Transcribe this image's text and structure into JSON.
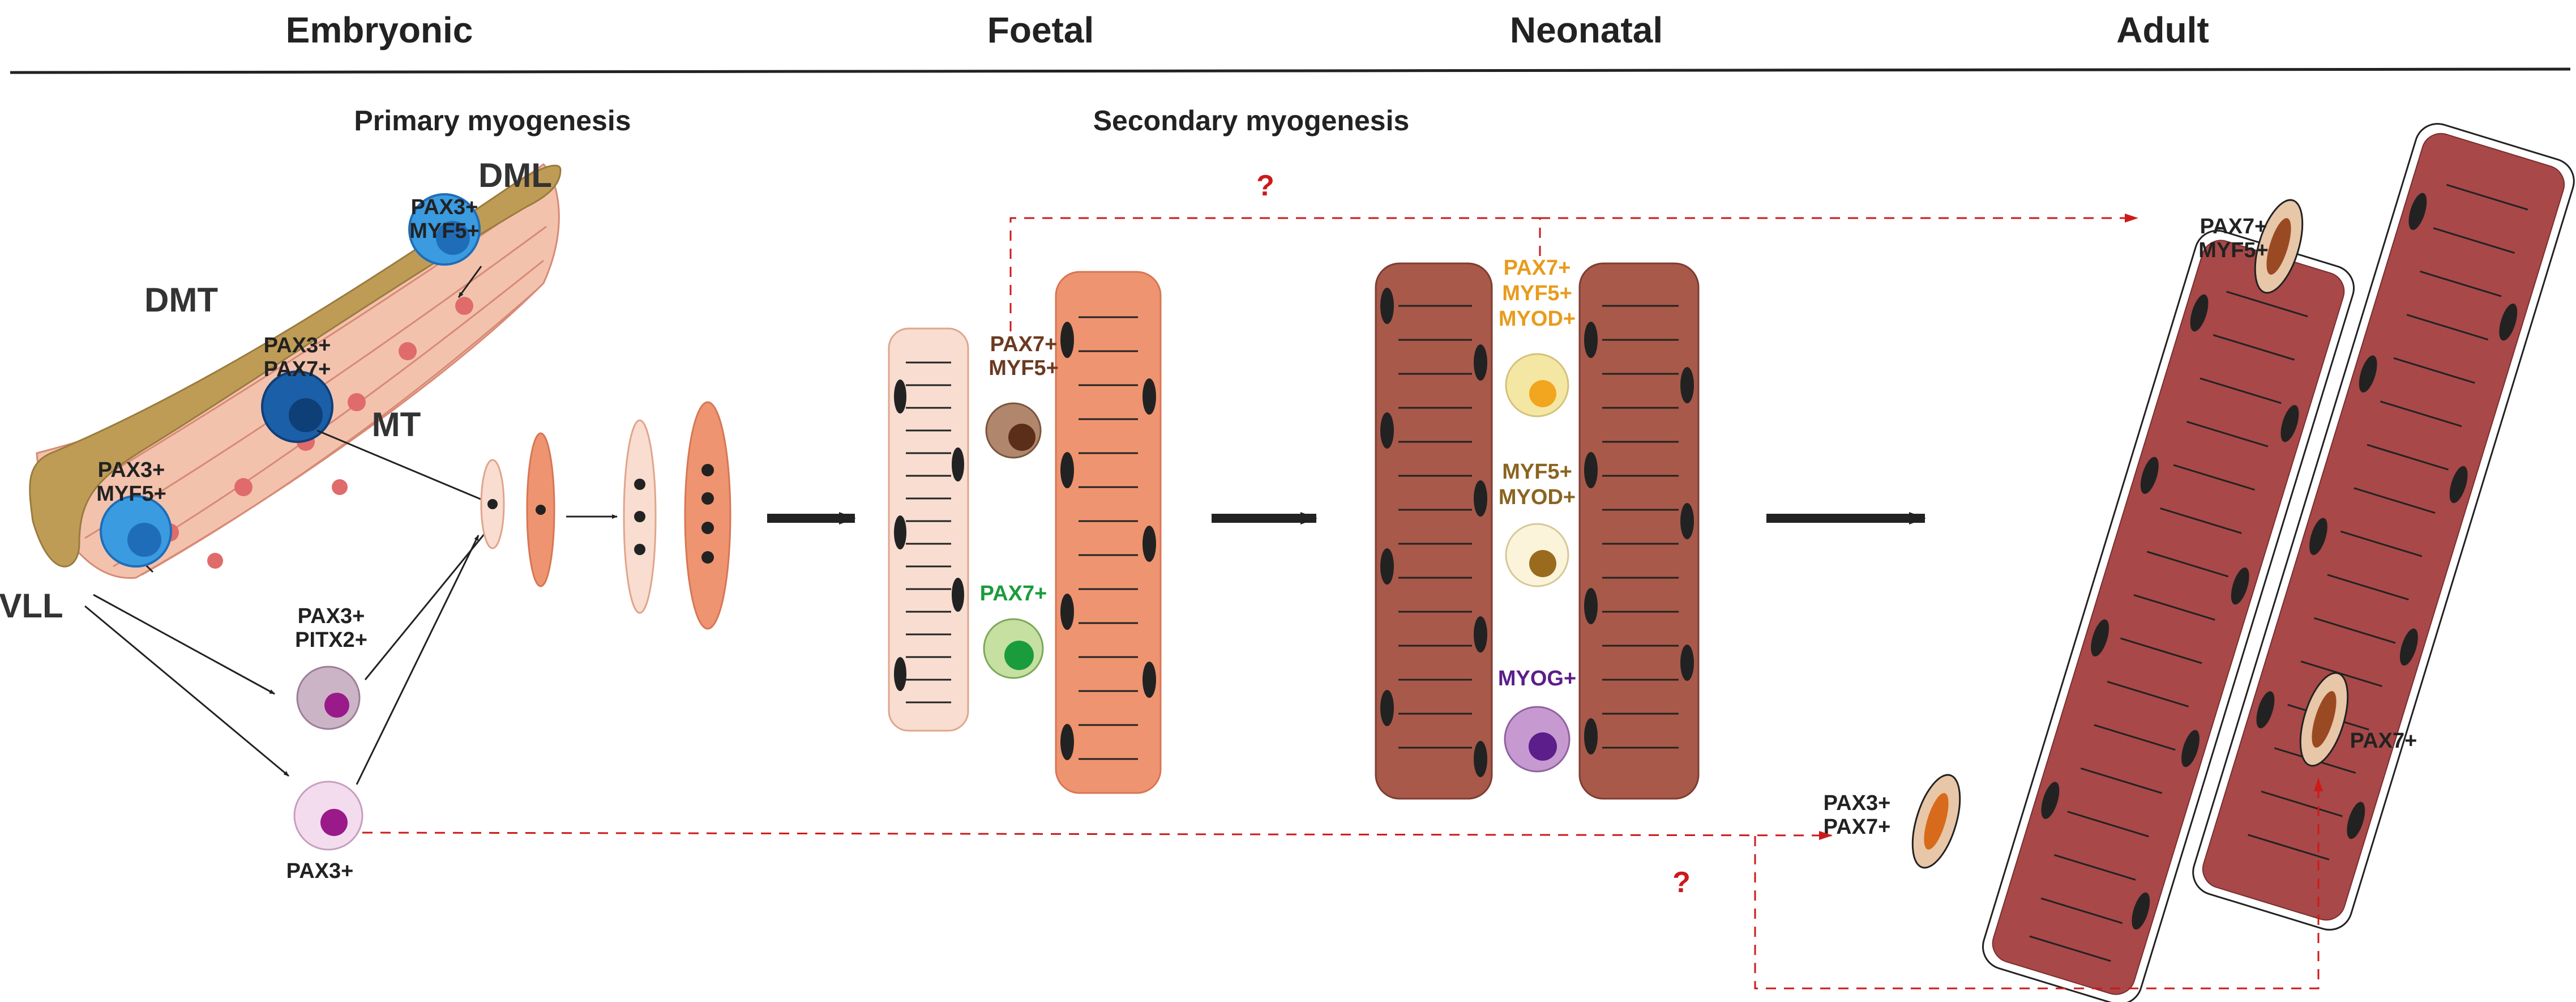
{
  "stages": {
    "embryonic": "Embryonic",
    "foetal": "Foetal",
    "neonatal": "Neonatal",
    "adult": "Adult"
  },
  "phases": {
    "primary": "Primary myogenesis",
    "secondary": "Secondary myogenesis"
  },
  "somite_regions": {
    "dml": "DML",
    "dmt": "DMT",
    "mt": "MT",
    "vll": "VLL"
  },
  "embryonic_cells": {
    "dml_cell": [
      "PAX3+",
      "MYF5+"
    ],
    "mt_cell": [
      "PAX3+",
      "PAX7+"
    ],
    "vll_cell": [
      "PAX3+",
      "MYF5+"
    ],
    "pitx2_cell": [
      "PAX3+",
      "PITX2+"
    ],
    "migrating_cell": [
      "PAX3+"
    ]
  },
  "foetal_cells": {
    "upper": [
      "PAX7+",
      "MYF5+"
    ],
    "lower": [
      "PAX7+"
    ]
  },
  "neonatal_cells": {
    "top": [
      "PAX7+",
      "MYF5+",
      "MYOD+"
    ],
    "middle": [
      "MYF5+",
      "MYOD+"
    ],
    "bottom": [
      "MYOG+"
    ]
  },
  "adult_cells": {
    "top": [
      "PAX7+",
      "MYF5+"
    ],
    "right": [
      "PAX7+"
    ],
    "bottom": [
      "PAX3+",
      "PAX7+"
    ]
  },
  "unknown_marks": {
    "q1": "?",
    "q2": "?"
  },
  "colors": {
    "somite": "#bf9c56",
    "myotome_fibre": "#f5c6b2",
    "early_myocyte": "#f8ddd0",
    "foetal_fibre": "#ef9470",
    "neonatal_fibre": "#a8594a",
    "adult_fibre": "#a84848",
    "nucleus": "#2a2a2a",
    "dashed_arrow": "#cc1a1a",
    "pax3_myf5_cell": "#3a9be0",
    "pax3_pax7_cell": "#1b5fa8",
    "pitx2_cell": "#cbb4c6",
    "pax3_cell": "#f4dcef",
    "pax7_myf5_label": "#6b3a20",
    "pax7_label": "#1a9c3c",
    "neonatal_top_label": "#e89b1c",
    "neonatal_middle_label": "#8a6420",
    "myog_label": "#5b1e8a"
  }
}
